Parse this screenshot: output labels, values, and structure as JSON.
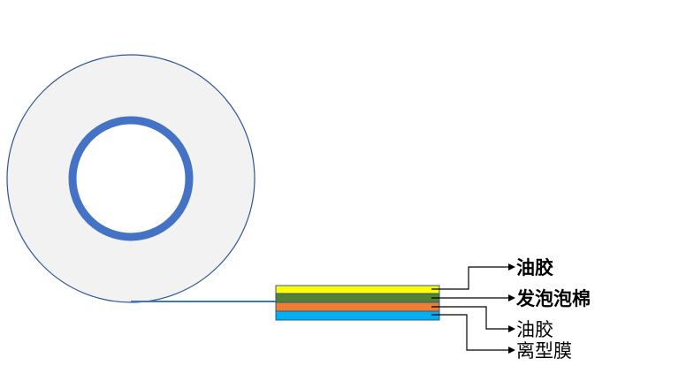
{
  "diagram": {
    "layers": [
      {
        "label": "油胶",
        "color": "#ffff00"
      },
      {
        "label": "发泡泡棉",
        "color": "#548235"
      },
      {
        "label": "油胶",
        "color": "#ed7d31"
      },
      {
        "label": "离型膜",
        "color": "#00b0f0"
      }
    ],
    "roll": {
      "fill_color": "#f2f2f2",
      "edge_color": "#2f5597",
      "core_color": "#4472c4"
    }
  }
}
